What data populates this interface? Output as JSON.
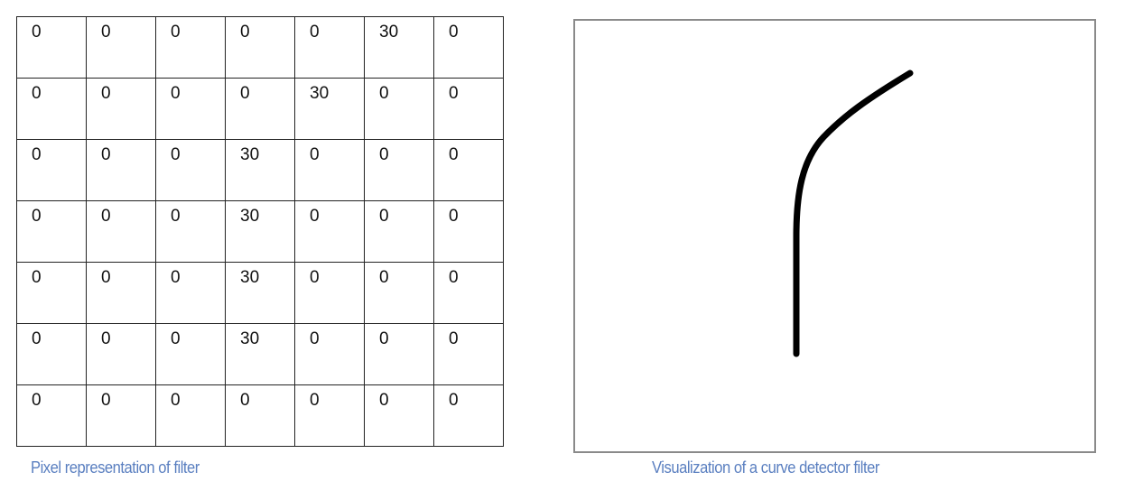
{
  "filter_grid": [
    [
      "0",
      "0",
      "0",
      "0",
      "0",
      "30",
      "0"
    ],
    [
      "0",
      "0",
      "0",
      "0",
      "30",
      "0",
      "0"
    ],
    [
      "0",
      "0",
      "0",
      "30",
      "0",
      "0",
      "0"
    ],
    [
      "0",
      "0",
      "0",
      "30",
      "0",
      "0",
      "0"
    ],
    [
      "0",
      "0",
      "0",
      "30",
      "0",
      "0",
      "0"
    ],
    [
      "0",
      "0",
      "0",
      "30",
      "0",
      "0",
      "0"
    ],
    [
      "0",
      "0",
      "0",
      "0",
      "0",
      "0",
      "0"
    ]
  ],
  "captions": {
    "left": "Pixel representation  of filter",
    "right": "Visualization of a curve detector  filter"
  },
  "colors": {
    "caption": "#5a7fc0",
    "curve": "#000000",
    "frame": "#8a8a8a"
  }
}
